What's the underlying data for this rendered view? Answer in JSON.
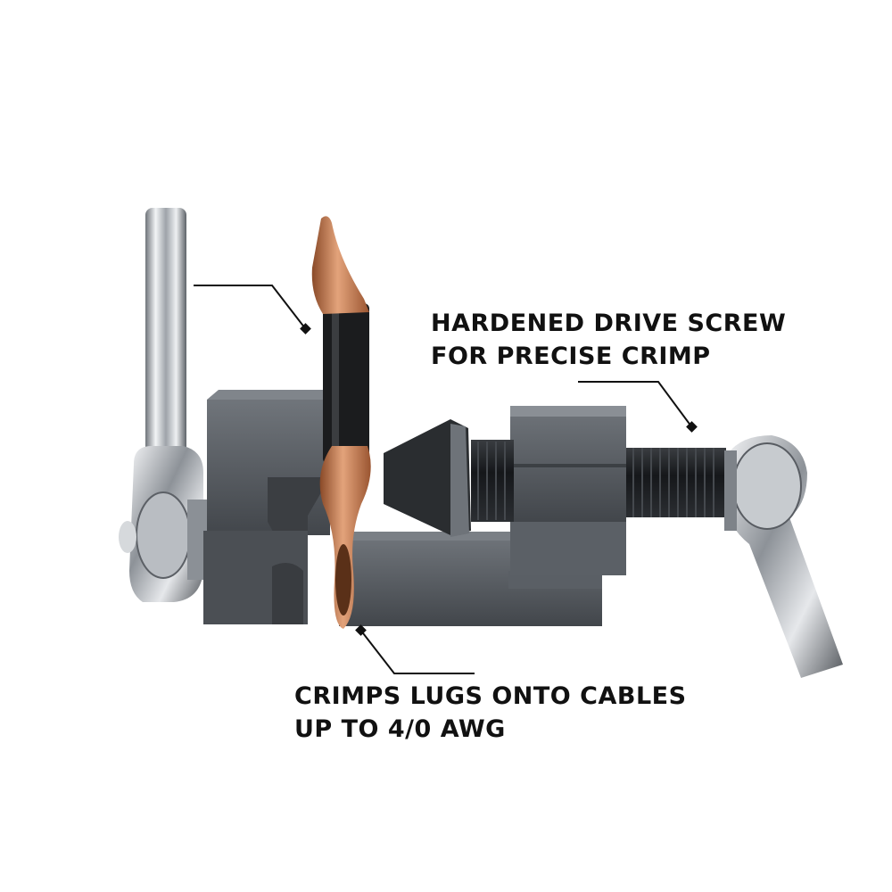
{
  "callouts": {
    "drive_screw": {
      "line1": "HARDENED  DRIVE SCREW",
      "line2": "FOR PRECISE CRIMP"
    },
    "crimps": {
      "line1": "CRIMPS LUGS ONTO CABLES",
      "line2": "UP TO 4/0 AWG"
    }
  },
  "colors": {
    "background": "#ffffff",
    "tool_body": "#55595e",
    "chrome": "#c9ccd0",
    "copper": "#c47a4c",
    "cable": "#1a1a1a",
    "leader": "#111111"
  }
}
